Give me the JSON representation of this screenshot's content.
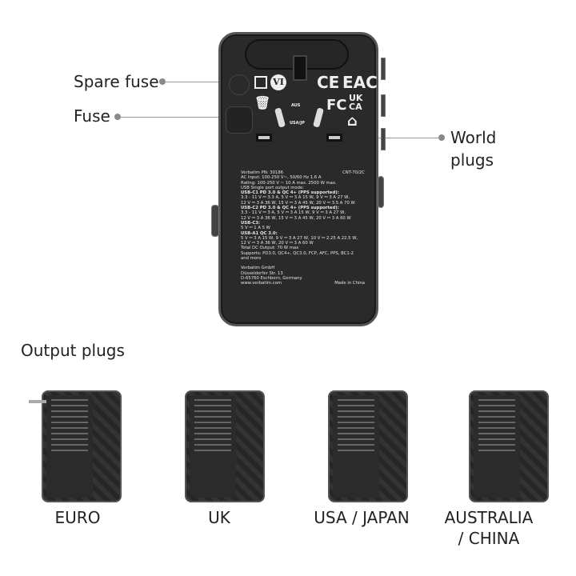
{
  "callouts": {
    "spare_fuse": "Spare fuse",
    "fuse": "Fuse",
    "world_plugs": "World plugs",
    "output_plugs": "Output plugs"
  },
  "device": {
    "marks": {
      "ce": "CE",
      "eac": "EAC",
      "fc": "FC",
      "ukca_1": "UK",
      "ukca_2": "CA",
      "vi": "VI",
      "aus": "AUS",
      "usa_jp": "USA/JP"
    },
    "pn": "Verbatim PN: 30186",
    "model": "CNT-70/2C",
    "lines": [
      {
        "t": "AC Input: 100-250 V~, 50/60 Hz 1.6 A",
        "b": false
      },
      {
        "t": "Rating: 100-250 V ~ 10 A max. 2500 W max.",
        "b": false
      },
      {
        "t": "USB Single port output mode:",
        "b": false
      },
      {
        "t": "USB-C1 PD 3.0 & QC 4+ (PPS supported):",
        "b": true
      },
      {
        "t": "3.3 - 11 V ⎓ 3.3 A, 5 V ⎓ 3 A 15 W, 9 V ⎓ 3 A 27 W,",
        "b": false
      },
      {
        "t": "12 V ⎓ 3 A 36 W, 15 V ⎓ 3 A 45 W, 20 V ⎓ 3.5 A 70 W",
        "b": false
      },
      {
        "t": "USB-C2 PD 3.0 & QC 4+ (PPS supported):",
        "b": true
      },
      {
        "t": "3.3 - 11 V ⎓ 3 A, 5 V ⎓ 3 A 15 W, 9 V ⎓ 3 A 27 W,",
        "b": false
      },
      {
        "t": "12 V ⎓ 3 A 36 W, 15 V ⎓ 3 A 45 W, 20 V ⎓ 3 A 60 W",
        "b": false
      },
      {
        "t": "USB-C3:",
        "b": true
      },
      {
        "t": "5 V ⎓ 1 A 5 W",
        "b": false
      },
      {
        "t": "USB-A1 QC 3.0:",
        "b": true
      },
      {
        "t": "5 V ⎓ 3 A 15 W, 9 V ⎓ 3 A 27 W, 10 V ⎓ 2.25 A 22.5 W,",
        "b": false
      },
      {
        "t": "12 V ⎓ 3 A 36 W, 20 V ⎓ 3 A 60 W",
        "b": false
      },
      {
        "t": "Total DC Output: 70 W max",
        "b": false
      },
      {
        "t": "Supports: PD3.0, QC4+, QC3.0, FCP, AFC, PPS, BC1-2",
        "b": false
      },
      {
        "t": "and more",
        "b": false
      }
    ],
    "address": [
      "Verbatim GmbH",
      "Düsseldorfer Str. 13",
      "D-65760 Eschborn, Germany"
    ],
    "web": "www.verbatim.com",
    "made_in": "Made in China"
  },
  "variants": [
    {
      "label": "EURO"
    },
    {
      "label": "UK"
    },
    {
      "label": "USA / JAPAN"
    },
    {
      "label": "AUSTRALIA / CHINA"
    }
  ]
}
